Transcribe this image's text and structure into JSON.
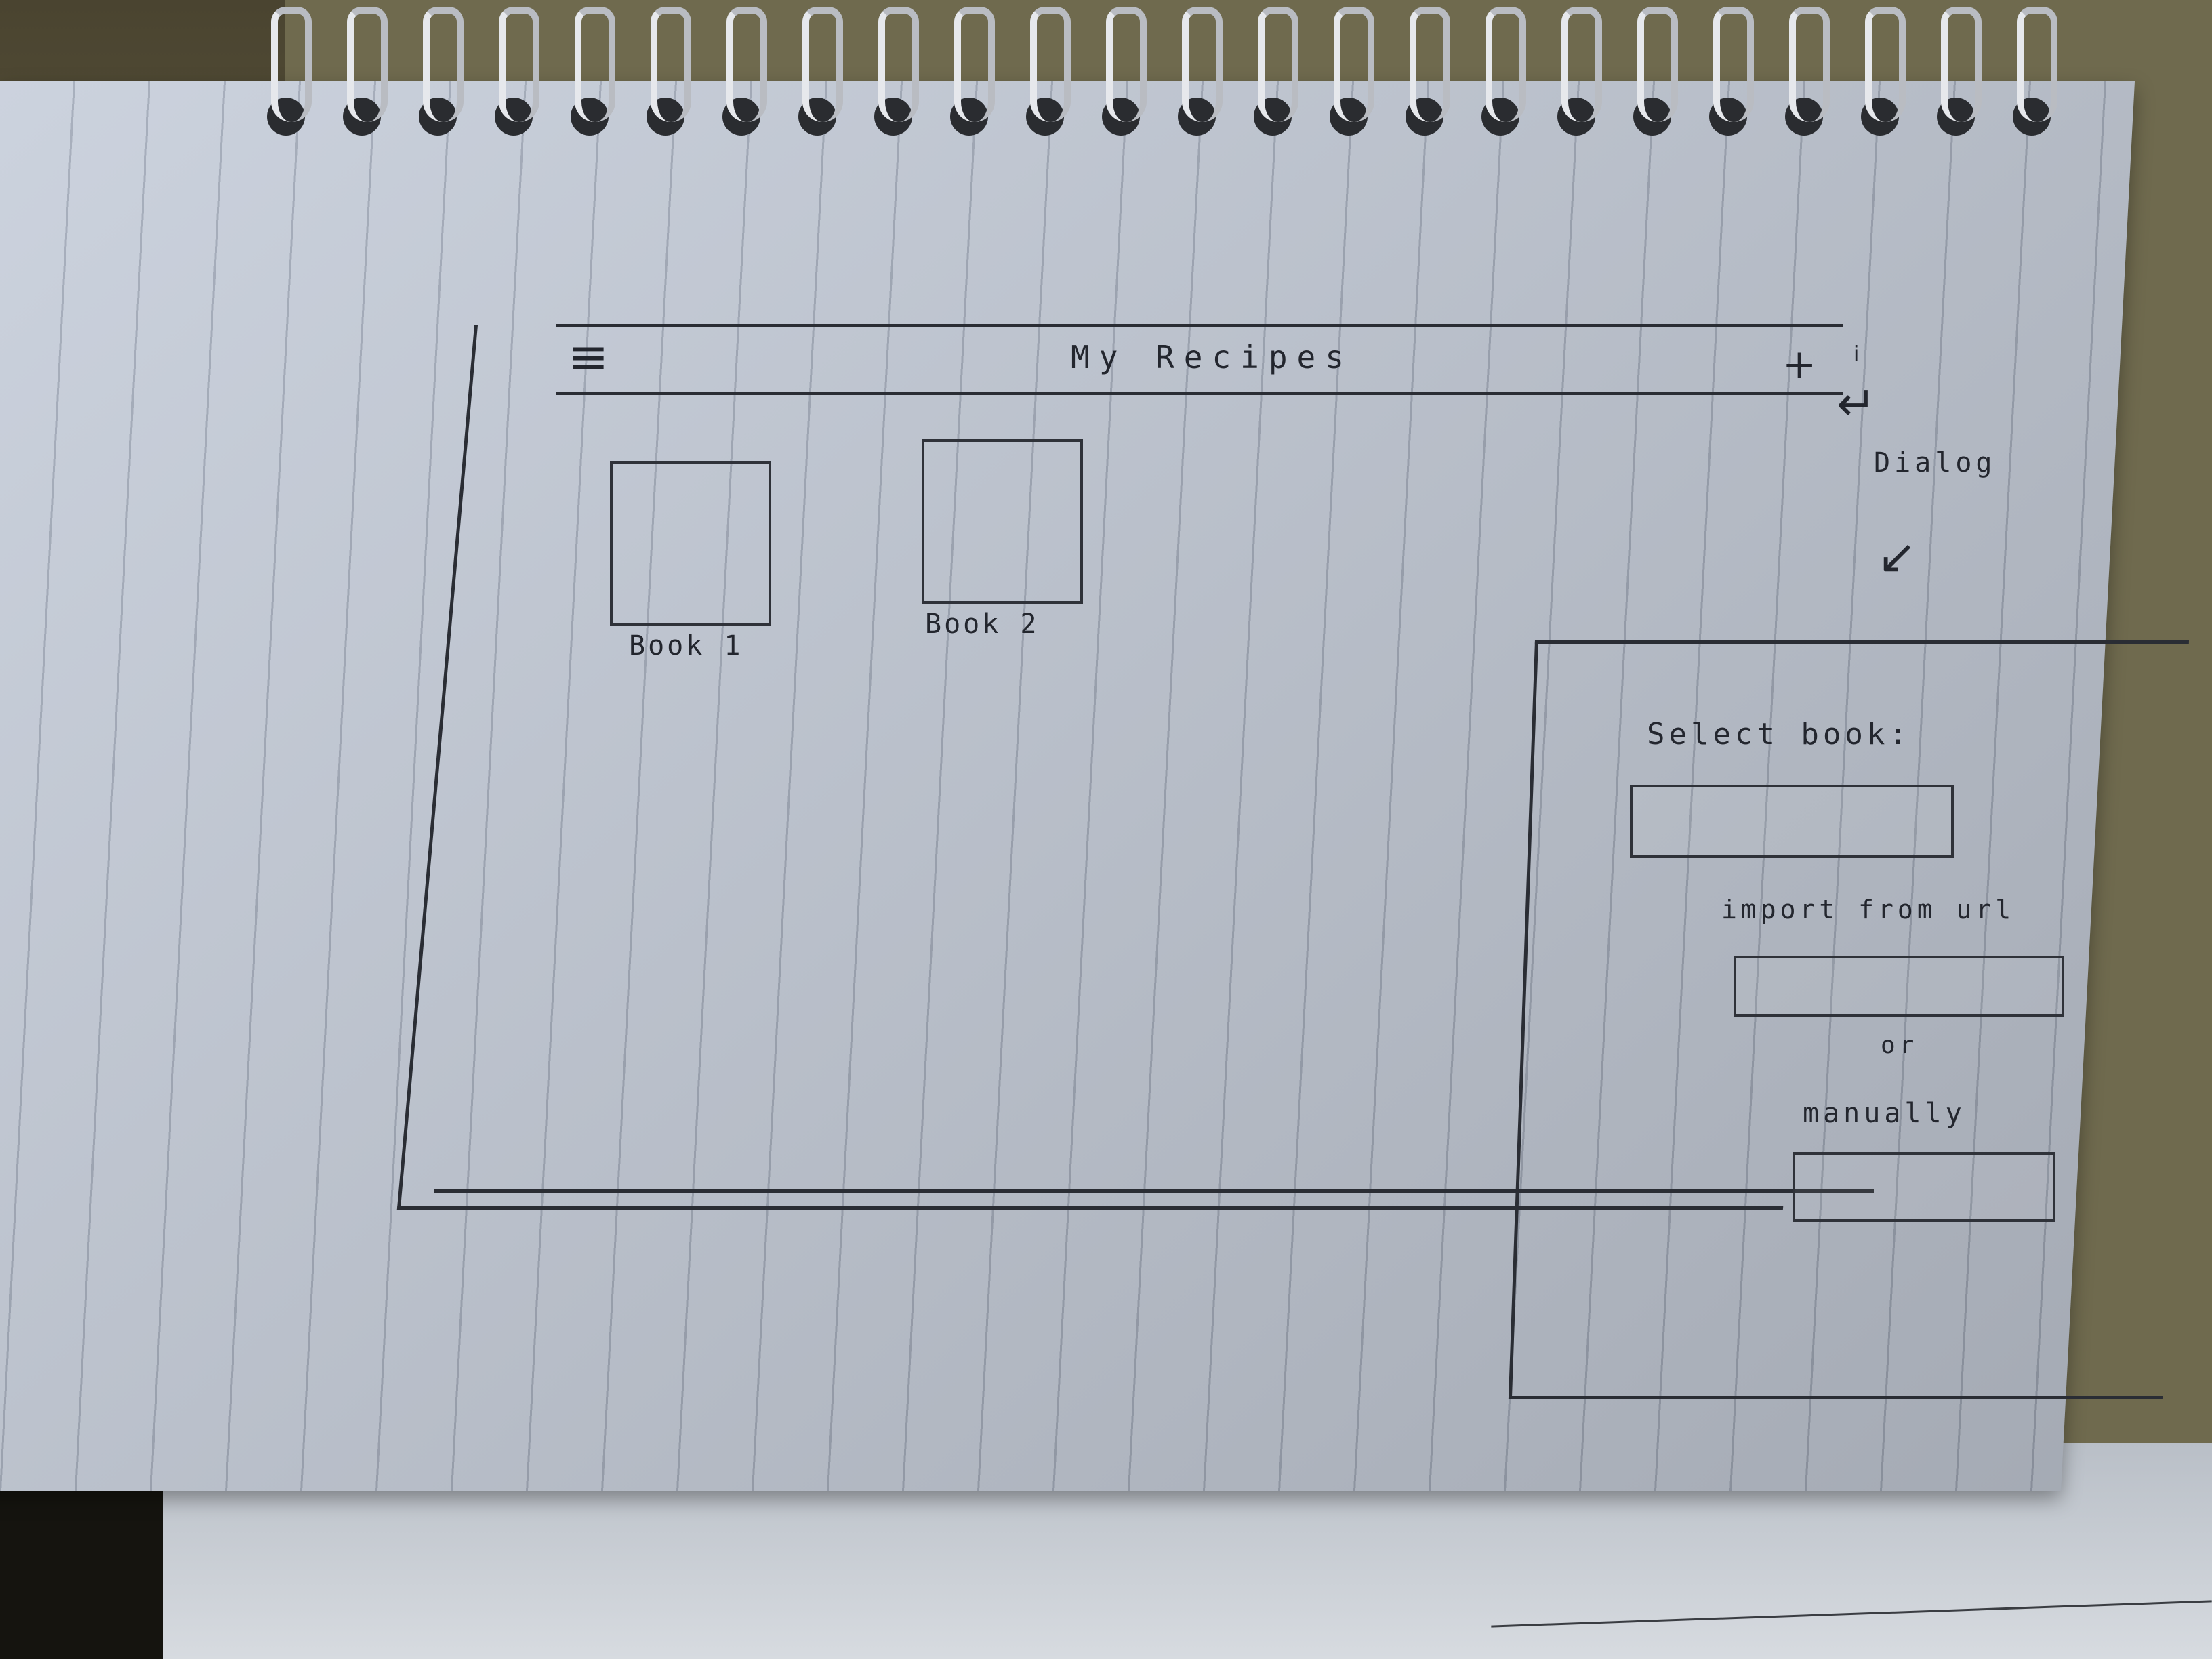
{
  "app": {
    "title": "My Recipes",
    "menu_icon": "hamburger-menu-icon",
    "add_icon": "plus-icon"
  },
  "books": [
    {
      "label": "Book 1"
    },
    {
      "label": "Book 2"
    }
  ],
  "annotations": {
    "dialog": "Dialog"
  },
  "dialog": {
    "select_label": "Select book:",
    "import_label": "import from url",
    "or_label": "or",
    "manual_label": "manually"
  },
  "colors": {
    "ink": "#23262e",
    "paper": "#c9d0dc"
  }
}
